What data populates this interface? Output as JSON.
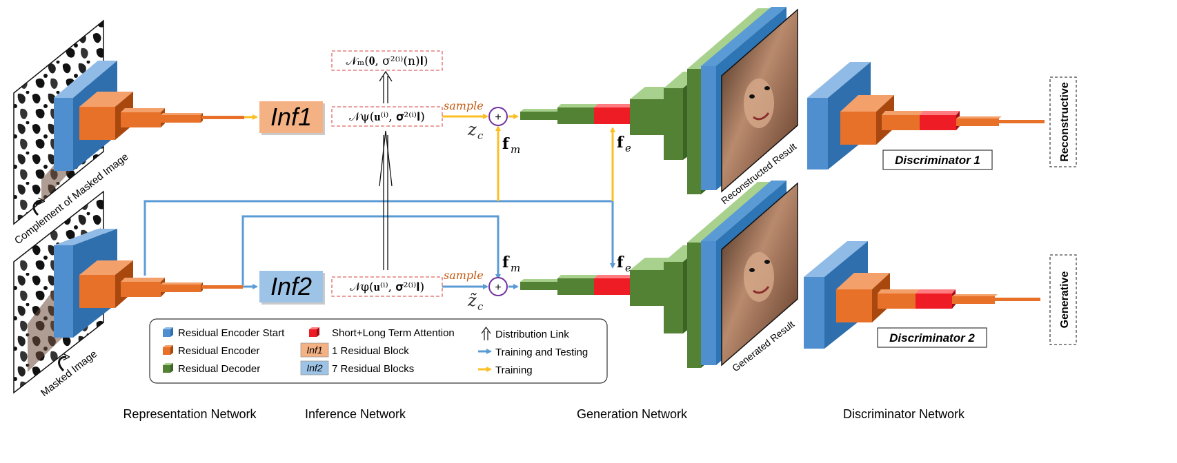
{
  "colors": {
    "blue": "#4f8fd0",
    "orange": "#e8712a",
    "green": "#6aa443",
    "red": "#ee1c24",
    "flow_blue": "#5b9bd5",
    "flow_yellow": "#fbbf24",
    "inf1": "#f4b183",
    "inf2": "#9dc3e6",
    "dash_red": "#e06666",
    "sample": "#c55a11"
  },
  "inputs": {
    "top_label": "Complement of Masked Image",
    "bottom_label": "Masked Image"
  },
  "inference": {
    "inf1_label": "Inf1",
    "inf2_label": "Inf2",
    "prior_formula": "𝒩ₘ(𝟎, σ²⁽ⁱ⁾(n)𝐈)",
    "top_formula": "𝒩ψ(𝐮⁽ⁱ⁾, 𝛔²⁽ⁱ⁾𝐈)",
    "bottom_formula": "𝒩φ(𝐮⁽ⁱ⁾, 𝛔²⁽ⁱ⁾𝐈)",
    "sample_label": "sample",
    "zc_top": "z",
    "zc_bottom": "z̃",
    "zc_sub": "c",
    "plus": "+"
  },
  "generation": {
    "fm_symbol": "f",
    "fm_sub": "m",
    "fe_symbol": "f",
    "fe_sub": "e",
    "reconstructed_label": "Reconstructed Result",
    "generated_label": "Generated Result"
  },
  "discriminator": {
    "d1_label": "Discriminator 1",
    "d2_label": "Discriminator 2",
    "top_mode": "Reconstructive",
    "bottom_mode": "Generative"
  },
  "legend": {
    "encoder_start": "Residual Encoder Start",
    "encoder": "Residual Encoder",
    "decoder": "Residual Decoder",
    "attention": "Short+Long Term Attention",
    "inf1_key": "Inf1",
    "inf1_desc": "1 Residual Block",
    "inf2_key": "Inf2",
    "inf2_desc": "7 Residual Blocks",
    "dist_link": "Distribution Link",
    "train_test": "Training and Testing",
    "training": "Training"
  },
  "sections": {
    "representation": "Representation Network",
    "inference": "Inference Network",
    "generation": "Generation Network",
    "discriminator": "Discriminator Network"
  }
}
